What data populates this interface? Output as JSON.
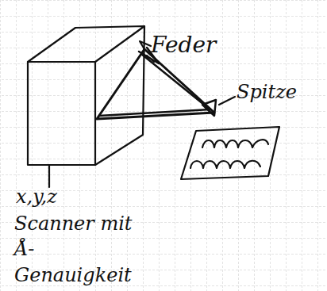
{
  "diagram": {
    "labels": [
      "Feder",
      "Spitze",
      "x,y,z",
      "Scanner mit Å-Genauigkeit"
    ]
  }
}
